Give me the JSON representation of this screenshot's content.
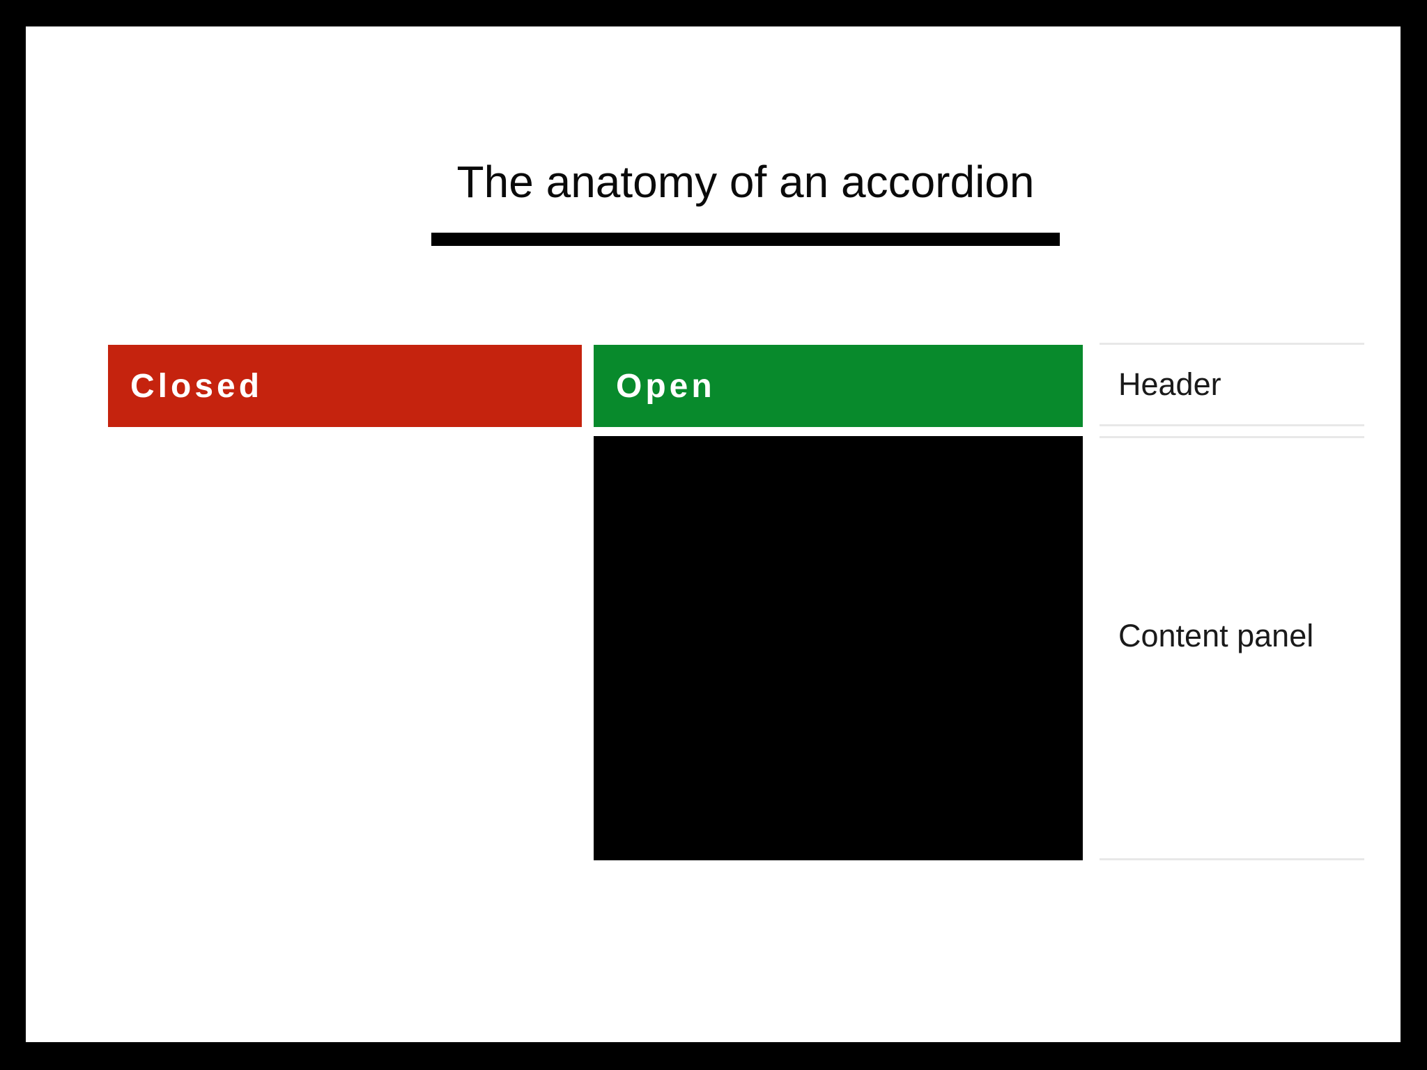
{
  "slide": {
    "title": "The anatomy of an accordion",
    "accordion": {
      "closed_header": {
        "label": "Closed",
        "color": "#c5230e"
      },
      "open_header": {
        "label": "Open",
        "color": "#088a2c"
      },
      "content_panel_color": "#000000"
    },
    "annotations": {
      "header_label": "Header",
      "content_panel_label": "Content panel"
    },
    "colors": {
      "frame": "#000000",
      "slide_background": "#ffffff",
      "title_text": "#0a0a0a",
      "underline": "#000000",
      "annotation_line": "#e8e8e8",
      "annotation_text": "#1a1a1a",
      "header_text": "#ffffff"
    }
  }
}
